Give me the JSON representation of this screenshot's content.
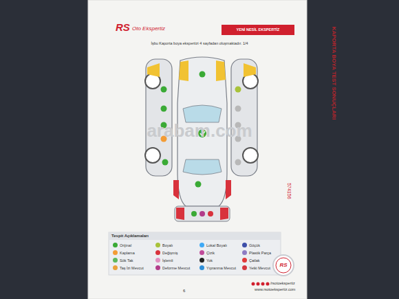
{
  "diagram": {
    "title": "KAPORTA BOYA TEST SONUÇLARI",
    "labels": [
      "RS",
      "Oto Ekspertiz",
      "YENİ NESİL EKSPERTİZ",
      "İşbu Kaporta boya ekspertizi 4 sayfadan oluşmaktadır. 1/4",
      "574156",
      "arabam.com",
      "Tespit Açıklamaları",
      "RS",
      "/rsotoekspertiz",
      "www.rsotoekspertiz.com",
      "6"
    ],
    "legend": [
      {
        "text": "Orijinal",
        "color": "#3aaa35"
      },
      {
        "text": "Boyalı",
        "color": "#a8c23a"
      },
      {
        "text": "Lokal Boyalı",
        "color": "#3fa9f5"
      },
      {
        "text": "Göçük",
        "color": "#3d4ea8"
      },
      {
        "text": "Kaplama",
        "color": "#f39c34"
      },
      {
        "text": "Değişmiş",
        "color": "#d8323c"
      },
      {
        "text": "Çizik",
        "color": "#c04b9a"
      },
      {
        "text": "Plastik Parça",
        "color": "#8e7cc3"
      },
      {
        "text": "Sök Tak",
        "color": "#5cb85c"
      },
      {
        "text": "İşlemli",
        "color": "#e28fc0"
      },
      {
        "text": "Yok",
        "color": "#222222"
      },
      {
        "text": "Çatlak",
        "color": "#e03a3a"
      },
      {
        "text": "Taş İzi Mevcut",
        "color": "#e9a23b"
      },
      {
        "text": "Deforme Mevcut",
        "color": "#b23c8a"
      },
      {
        "text": "Yıpranma Mevcut",
        "color": "#2f8fd8"
      },
      {
        "text": "Yetki Mevcut",
        "color": "#d4363e"
      }
    ]
  }
}
